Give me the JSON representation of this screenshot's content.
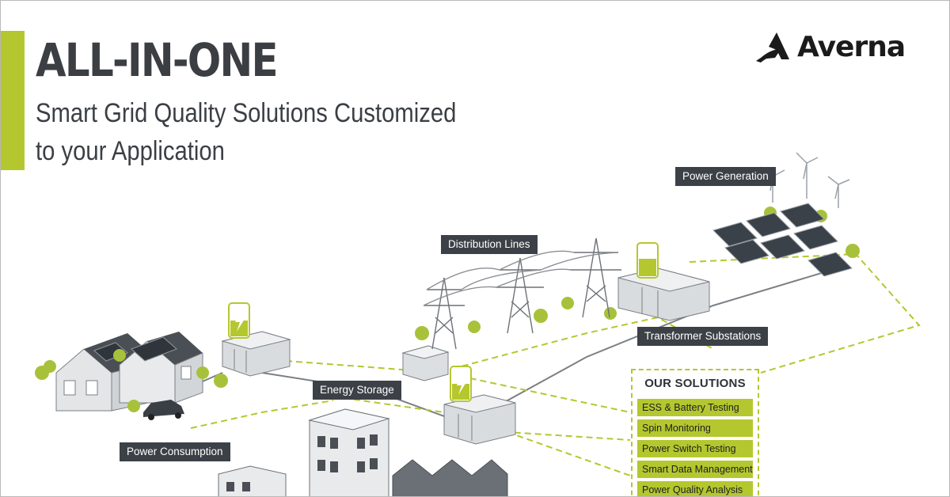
{
  "headline": "ALL-IN-ONE",
  "subheadline": {
    "line1": "Smart Grid Quality Solutions Customized",
    "line2": "to your Application"
  },
  "brand": {
    "name": "Averna",
    "icon": "averna-logo-icon"
  },
  "labels": {
    "power_generation": "Power Generation",
    "distribution_lines": "Distribution Lines",
    "transformer_substations": "Transformer Substations",
    "energy_storage": "Energy Storage",
    "power_consumption": "Power Consumption"
  },
  "solutions": {
    "title": "OUR SOLUTIONS",
    "items": [
      "ESS & Battery Testing",
      "Spin Monitoring",
      "Power Switch Testing",
      "Smart Data Management",
      "Power Quality Analysis"
    ]
  },
  "colors": {
    "accent": "#b5c72e",
    "dark": "#3c4147",
    "text": "#3b3f44"
  }
}
